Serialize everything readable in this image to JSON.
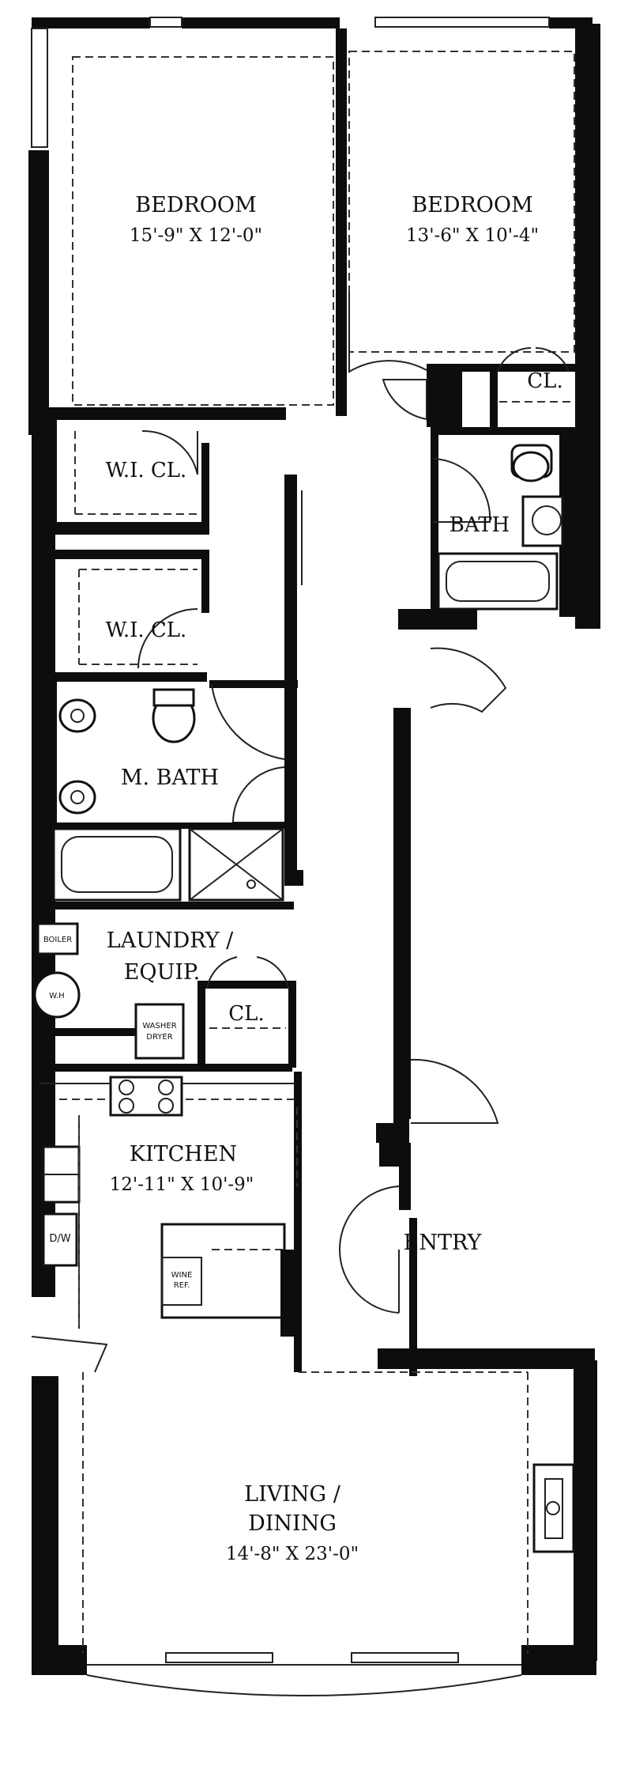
{
  "rooms": {
    "bedroom_1": {
      "name": "BEDROOM",
      "dims": "15'-9\" X 12'-0\""
    },
    "bedroom_2": {
      "name": "BEDROOM",
      "dims": "13'-6\" X 10'-4\""
    },
    "closet_1": {
      "name": "CL."
    },
    "wic_1": {
      "name": "W.I. CL."
    },
    "wic_2": {
      "name": "W.I. CL."
    },
    "bath": {
      "name": "BATH"
    },
    "master_bath": {
      "name": "M. BATH"
    },
    "laundry": {
      "line1": "LAUNDRY /",
      "line2": "EQUIP."
    },
    "closet_2": {
      "name": "CL."
    },
    "kitchen": {
      "name": "KITCHEN",
      "dims": "12'-11\" X 10'-9\""
    },
    "entry": {
      "name": "ENTRY"
    },
    "living": {
      "line1": "LIVING /",
      "line2": "DINING",
      "dims": "14'-8\" X 23'-0\""
    }
  },
  "fixtures": {
    "boiler": "BOILER",
    "water_heater": "W.H",
    "washer_dryer_1": "WASHER",
    "washer_dryer_2": "DRYER",
    "dishwasher": "D/W",
    "wine_ref_1": "WINE",
    "wine_ref_2": "REF."
  }
}
